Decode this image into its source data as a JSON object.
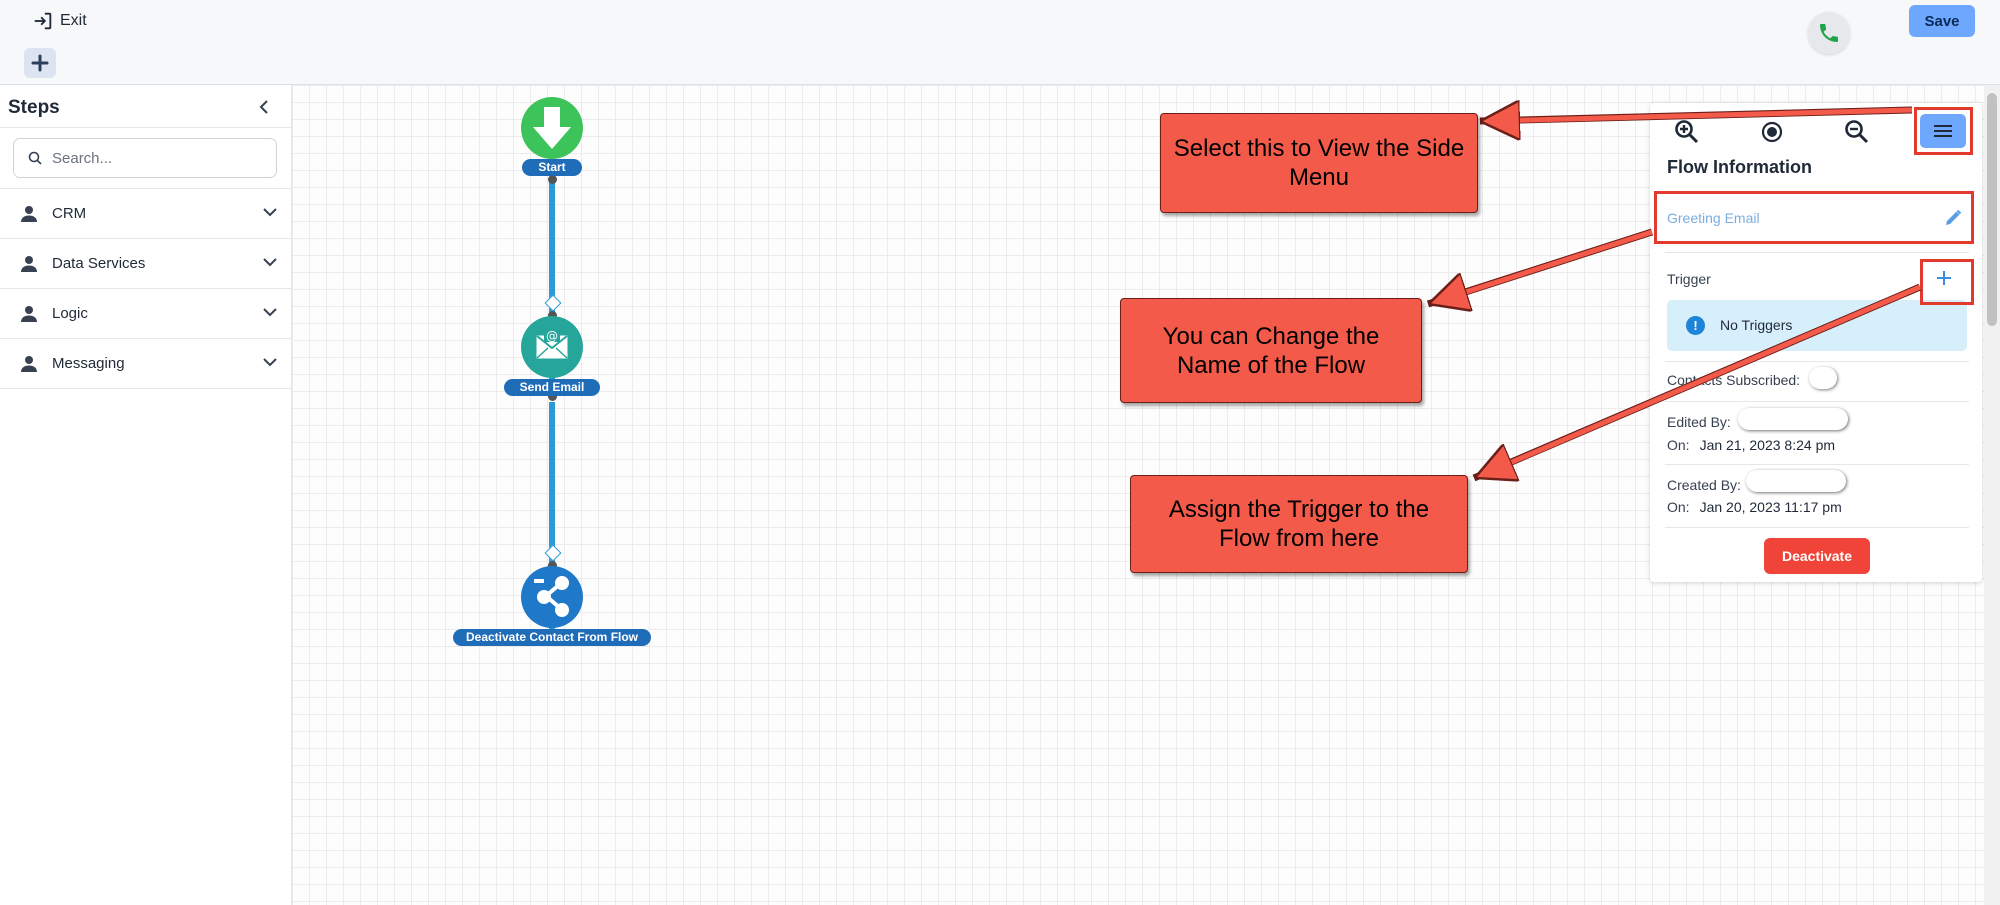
{
  "header": {
    "exit_label": "Exit",
    "save_label": "Save"
  },
  "sidebar": {
    "title": "Steps",
    "search_placeholder": "Search...",
    "items": [
      {
        "label": "CRM"
      },
      {
        "label": "Data Services"
      },
      {
        "label": "Logic"
      },
      {
        "label": "Messaging"
      }
    ]
  },
  "flow": {
    "nodes": [
      {
        "label": "Start",
        "icon": "arrow-down-icon",
        "color": "#3cc45a"
      },
      {
        "label": "Send Email",
        "icon": "email-icon",
        "color": "#26a69a"
      },
      {
        "label": "Deactivate Contact From Flow",
        "icon": "share-icon",
        "color": "#1f78c8"
      }
    ]
  },
  "panel": {
    "title": "Flow Information",
    "flow_name": "Greeting Email",
    "trigger_label": "Trigger",
    "no_triggers": "No Triggers",
    "contacts_subscribed_label": "Contacts Subscribed:",
    "edited_by_label": "Edited By:",
    "edited_on_label": "On:",
    "edited_on": "Jan 21, 2023 8:24 pm",
    "created_by_label": "Created By:",
    "created_on_label": "On:",
    "created_on": "Jan 20, 2023 11:17 pm",
    "deactivate_label": "Deactivate"
  },
  "annotations": {
    "menu_note": "Select this to View the Side Menu",
    "name_note": "You can Change the Name of the Flow",
    "trigger_note": "Assign the Trigger to the Flow from here"
  },
  "colors": {
    "accent": "#6ea8fe",
    "callout": "#f45a4a",
    "danger": "#f04438",
    "connector": "#2b9ad6",
    "phone": "#1fa34a"
  }
}
